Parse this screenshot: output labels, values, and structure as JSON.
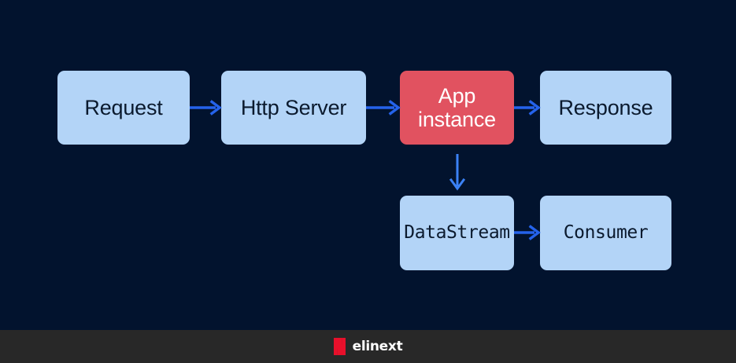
{
  "diagram": {
    "background_color": "#02132E",
    "nodes": [
      {
        "id": "request",
        "label": "Request",
        "style": "blue",
        "font": "sans"
      },
      {
        "id": "http-server",
        "label": "Http Server",
        "style": "blue",
        "font": "sans"
      },
      {
        "id": "app-instance",
        "label": "App\ninstance",
        "style": "red",
        "font": "sans"
      },
      {
        "id": "response",
        "label": "Response",
        "style": "blue",
        "font": "sans"
      },
      {
        "id": "datastream",
        "label": "DataStream",
        "style": "blue",
        "font": "mono"
      },
      {
        "id": "consumer",
        "label": "Consumer",
        "style": "blue",
        "font": "mono"
      }
    ],
    "arrows": [
      {
        "id": "request-to-http-server",
        "direction": "right"
      },
      {
        "id": "http-server-to-app-instance",
        "direction": "right"
      },
      {
        "id": "app-instance-to-response",
        "direction": "right"
      },
      {
        "id": "app-instance-to-datastream",
        "direction": "down"
      },
      {
        "id": "datastream-to-consumer",
        "direction": "right"
      }
    ],
    "colors": {
      "box_blue": "#B3D4F7",
      "box_red": "#E15260",
      "arrow_blue": "#2563EB",
      "arrow_blue_light": "#3B82F6",
      "text_dark": "#0B1A2E",
      "text_light": "#FFFFFF"
    }
  },
  "footer": {
    "background_color": "#282828",
    "logo_mark": "elinext-n-icon",
    "logo_mark_color": "#E8102B",
    "logo_text": "elinext"
  }
}
